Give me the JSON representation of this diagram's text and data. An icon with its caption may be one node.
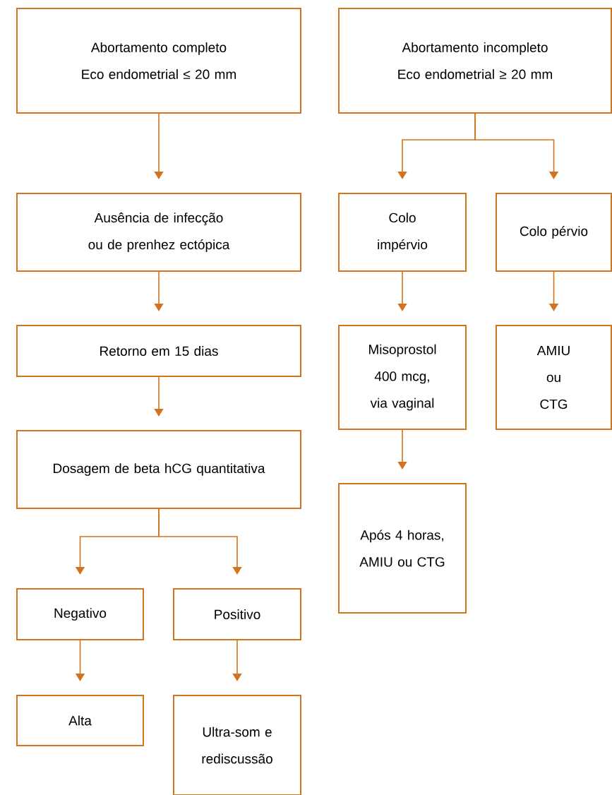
{
  "diagram": {
    "nodes": [
      {
        "text": [
          "Abortamento completo",
          "Eco endometrial ≤ 20 mm"
        ]
      },
      {
        "text": [
          "Abortamento incompleto",
          "Eco endometrial ≥ 20 mm"
        ]
      },
      {
        "text": [
          "Ausência de infecção ou de prenhez ectópica"
        ]
      },
      {
        "text": [
          "Colo impérvio"
        ]
      },
      {
        "text": [
          "Colo pérvio"
        ]
      },
      {
        "text": [
          "Retorno em 15 dias"
        ]
      },
      {
        "text": [
          "Misoprostol 400 mcg, via vaginal"
        ]
      },
      {
        "text": [
          "AMIU ou CTG"
        ]
      },
      {
        "text": [
          "Dosagem de beta hCG quantitativa"
        ]
      },
      {
        "text": [
          "Após 4 horas, AMIU ou CTG"
        ]
      },
      {
        "text": [
          "Negativo"
        ]
      },
      {
        "text": [
          "Positivo"
        ]
      },
      {
        "text": [
          "Alta"
        ]
      },
      {
        "text": [
          "Ultra-som e rediscussão"
        ]
      }
    ],
    "edges": [
      {
        "from": 0,
        "to": 2,
        "arrow": "to"
      },
      {
        "from": 1,
        "to": 3,
        "arrow": "to"
      },
      {
        "from": 1,
        "to": 4,
        "arrow": "to"
      },
      {
        "from": 2,
        "to": 5,
        "arrow": "to"
      },
      {
        "from": 3,
        "to": 6,
        "arrow": "to"
      },
      {
        "from": 4,
        "to": 7,
        "arrow": "to"
      },
      {
        "from": 5,
        "to": 8,
        "arrow": "to"
      },
      {
        "from": 6,
        "to": 9,
        "arrow": "to"
      },
      {
        "from": 8,
        "to": 10,
        "arrow": "to"
      },
      {
        "from": 8,
        "to": 11,
        "arrow": "to"
      },
      {
        "from": 10,
        "to": 12,
        "arrow": "to"
      },
      {
        "from": 11,
        "to": 13,
        "arrow": "to"
      }
    ]
  }
}
